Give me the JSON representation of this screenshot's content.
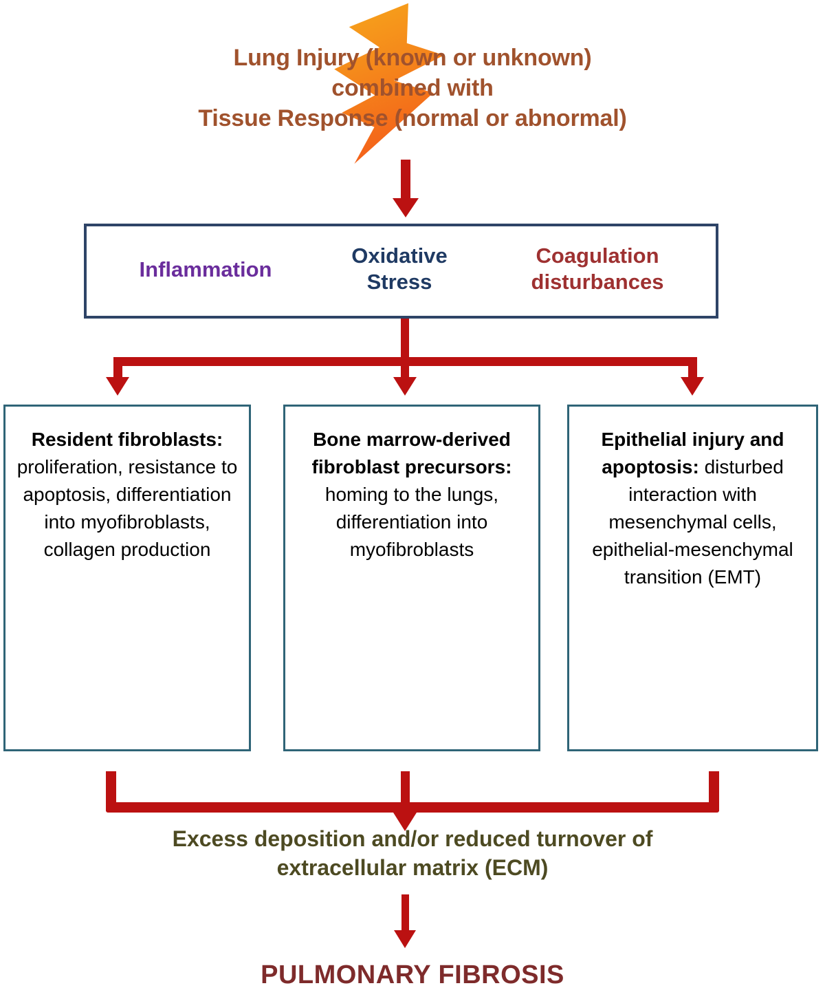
{
  "figure": {
    "type": "flow-diagram",
    "title": "Pathogenesis of pulmonary fibrosis",
    "colors": {
      "arrow_red": "#BB1111",
      "top_box_border": "#2E4467",
      "mech_box_border": "#2F6477",
      "header_text": "#A0522D",
      "bolt_top": "#F5A623",
      "bolt_bottom": "#F4611A",
      "inflammation": "#6A2D9C",
      "oxidative_stress": "#1F3A63",
      "coagulation": "#9E3131",
      "ecm_text": "#4D4A22",
      "final_text": "#7E2B2B",
      "mech_text": "#000000"
    }
  },
  "header": {
    "icon": "lightning-bolt-icon",
    "lines": [
      "Lung Injury (known or unknown)",
      "combined with",
      "Tissue Response (normal or abnormal)"
    ]
  },
  "mediator_box": {
    "items": [
      {
        "label": "Inflammation",
        "color": "#6A2D9C"
      },
      {
        "label": "Oxidative\nStress",
        "color": "#1F3A63"
      },
      {
        "label": "Coagulation\ndisturbances",
        "color": "#9E3131"
      }
    ],
    "item0_label": "Inflammation",
    "item1_line1": "Oxidative",
    "item1_line2": "Stress",
    "item2_line1": "Coagulation",
    "item2_line2": "disturbances"
  },
  "mechanisms": [
    {
      "title": "Resident fibroblasts:",
      "body": "proliferation, resistance to apoptosis, differentiation into myofibroblasts, collagen production"
    },
    {
      "title": "Bone marrow-derived fibroblast precursors:",
      "body": "homing to the lungs, differentiation into myofibroblasts"
    },
    {
      "title": "Epithelial injury and apoptosis:",
      "body": "disturbed interaction with mesenchymal cells, epithelial-mesenchymal transition (EMT)"
    }
  ],
  "outcome": {
    "line1": "Excess deposition and/or reduced turnover of",
    "line2": "extracellular matrix (ECM)"
  },
  "final": {
    "label": "PULMONARY FIBROSIS"
  }
}
